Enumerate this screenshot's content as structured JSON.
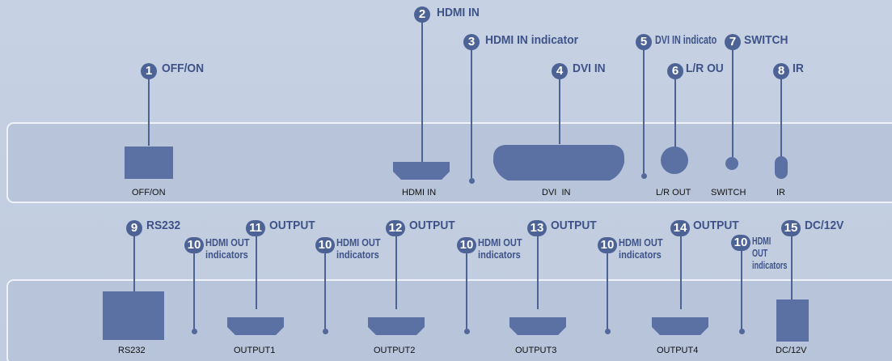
{
  "front": {
    "callouts": [
      {
        "num": "1",
        "text": "OFF/ON"
      },
      {
        "num": "2",
        "text": "HDMI IN"
      },
      {
        "num": "3",
        "text": "HDMI IN indicator"
      },
      {
        "num": "4",
        "text": "DVI IN"
      },
      {
        "num": "5",
        "text": "DVI IN indicato"
      },
      {
        "num": "6",
        "text": "L/R OU"
      },
      {
        "num": "7",
        "text": "SWITCH"
      },
      {
        "num": "8",
        "text": "IR"
      }
    ],
    "labels": {
      "offon": "OFF/ON",
      "hdmi_in": "HDMI IN",
      "dvi_in": "DVI  IN",
      "lr_out": "L/R OUT",
      "switch": "SWITCH",
      "ir": "IR"
    }
  },
  "back": {
    "callouts": [
      {
        "num": "9",
        "text": "RS232"
      },
      {
        "num": "10",
        "text": "HDMI OUT indicators"
      },
      {
        "num": "11",
        "text": "OUTPUT"
      },
      {
        "num": "10",
        "text": "HDMI OUT indicators"
      },
      {
        "num": "12",
        "text": "OUTPUT"
      },
      {
        "num": "10",
        "text": "HDMI OUT indicators"
      },
      {
        "num": "13",
        "text": "OUTPUT"
      },
      {
        "num": "10",
        "text": "HDMI OUT indicators"
      },
      {
        "num": "14",
        "text": "OUTPUT"
      },
      {
        "num": "10",
        "text": "HDMI OUT indicators"
      },
      {
        "num": "15",
        "text": "DC/12V"
      }
    ],
    "labels": {
      "rs232": "RS232",
      "output1": "OUTPUT1",
      "output2": "OUTPUT2",
      "output3": "OUTPUT3",
      "output4": "OUTPUT4",
      "dc12v": "DC/12V"
    }
  },
  "colors": {
    "background": "#c3cfe1",
    "panel": "#b7c4d9",
    "panel_border": "#eef2f8",
    "accent": "#4d6396",
    "port": "#5b71a3",
    "label_text": "#3e5288"
  }
}
